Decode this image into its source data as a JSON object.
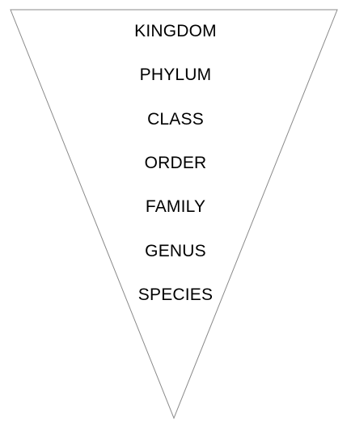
{
  "diagram": {
    "shape": "inverted-triangle",
    "outline_color": "#8a8a8a",
    "fill_color": "#ffffff",
    "text_color": "#000000",
    "levels": [
      {
        "label": "KINGDOM"
      },
      {
        "label": "PHYLUM"
      },
      {
        "label": "CLASS"
      },
      {
        "label": "ORDER"
      },
      {
        "label": "FAMILY"
      },
      {
        "label": "GENUS"
      },
      {
        "label": "SPECIES"
      }
    ]
  }
}
